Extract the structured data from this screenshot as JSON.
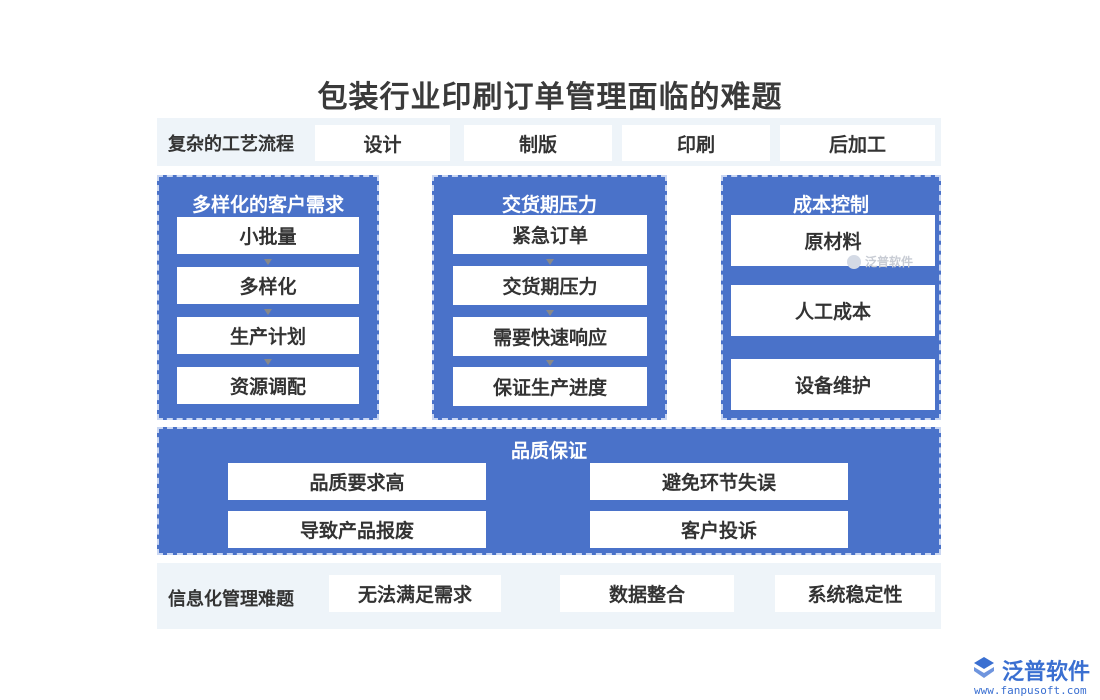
{
  "title": "包装行业印刷订单管理面临的难题",
  "process_band": {
    "label": "复杂的工艺流程",
    "steps": [
      "设计",
      "制版",
      "印刷",
      "后加工"
    ]
  },
  "panels": [
    {
      "title": "多样化的客户需求",
      "items": [
        "小批量",
        "多样化",
        "生产计划",
        "资源调配"
      ]
    },
    {
      "title": "交货期压力",
      "items": [
        "紧急订单",
        "交货期压力",
        "需要快速响应",
        "保证生产进度"
      ]
    },
    {
      "title": "成本控制",
      "items": [
        "原材料",
        "人工成本",
        "设备维护"
      ]
    }
  ],
  "quality": {
    "title": "品质保证",
    "items": [
      "品质要求高",
      "避免环节失误",
      "导致产品报废",
      "客户投诉"
    ]
  },
  "info_band": {
    "label": "信息化管理难题",
    "items": [
      "无法满足需求",
      "数据整合",
      "系统稳定性"
    ]
  },
  "watermark": {
    "inline": "泛普软件",
    "brand": "泛普软件",
    "url": "www.fanpusoft.com"
  },
  "colors": {
    "panel_blue": "#4a72c9",
    "band_bg": "#eef4f9",
    "brand_blue": "#3a6fd1"
  }
}
